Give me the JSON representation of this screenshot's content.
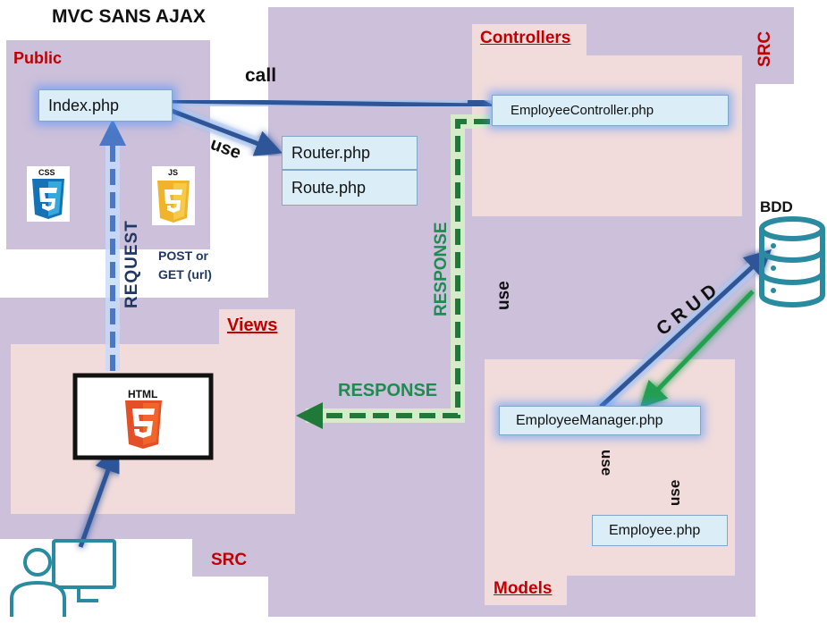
{
  "title": "MVC SANS AJAX",
  "regions": {
    "public": "Public",
    "controllers": "Controllers",
    "views": "Views",
    "models": "Models",
    "src_right": "SRC",
    "src_bottom": "SRC"
  },
  "files": {
    "index": "Index.php",
    "router": "Router.php",
    "route": "Route.php",
    "employee_controller": "EmployeeController.php",
    "employee_manager": "EmployeeManager.php",
    "employee": "Employee.php"
  },
  "icons": {
    "css": "CSS",
    "js": "JS",
    "html": "HTML",
    "bdd": "BDD"
  },
  "labels": {
    "call": "call",
    "use_router": "use",
    "use_controller_manager": "use",
    "use_manager_employee": "use",
    "use_employee_manager": "use",
    "request": "REQUEST",
    "post_get_line1": "POST or",
    "post_get_line2": "GET (url)",
    "response_vertical": "RESPONSE",
    "response_horizontal": "RESPONSE",
    "crud": "CRUD"
  },
  "colors": {
    "region": "#ccc0da",
    "panel": "#f2dcdb",
    "file": "#dbeef7",
    "arrow_blue": "#2f5597",
    "arrow_green": "#20a050",
    "label_red": "#c00000",
    "response_green": "#1e8c50"
  }
}
